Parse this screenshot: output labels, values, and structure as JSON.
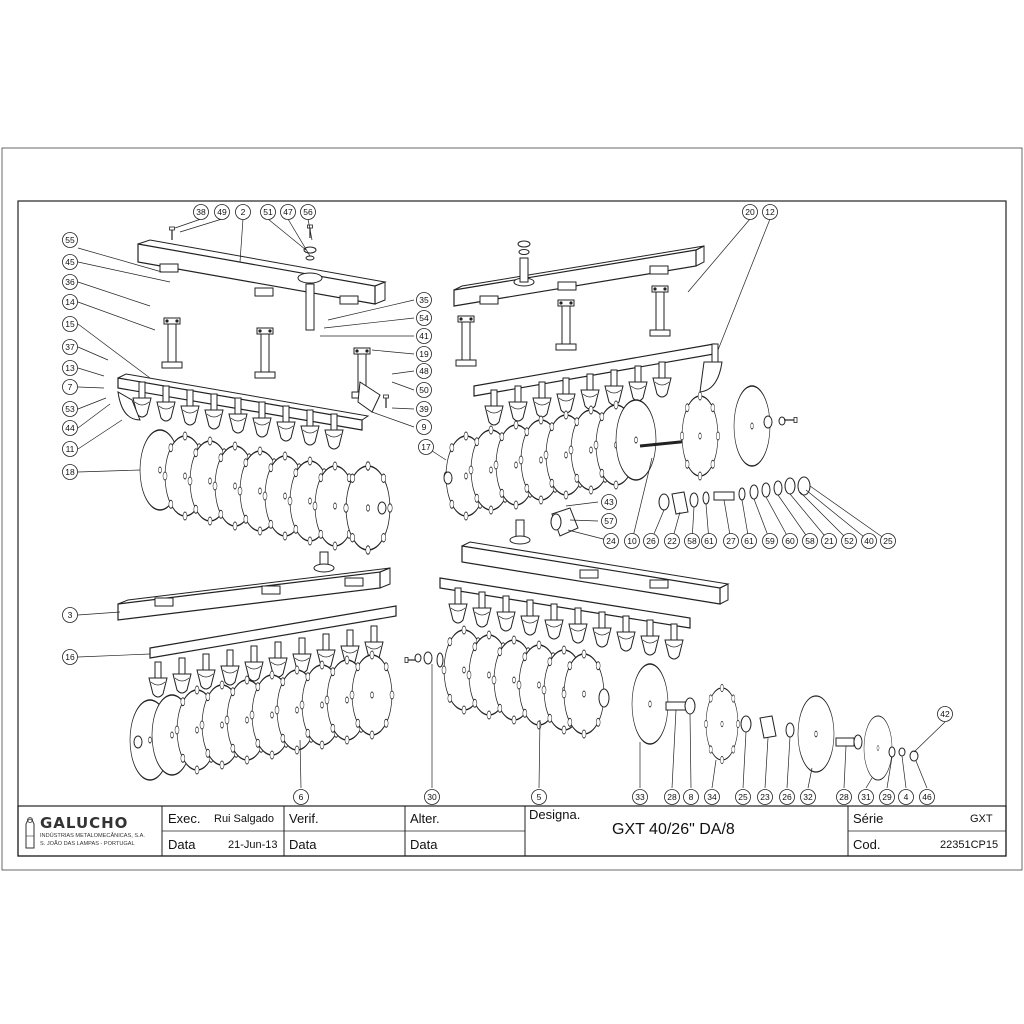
{
  "callouts": {
    "c38": "38",
    "c49": "49",
    "c2": "2",
    "c51": "51",
    "c47": "47",
    "c56": "56",
    "c20": "20",
    "c12": "12",
    "c55": "55",
    "c45": "45",
    "c36": "36",
    "c14": "14",
    "c15": "15",
    "c37": "37",
    "c13": "13",
    "c7": "7",
    "c53": "53",
    "c44": "44",
    "c11": "11",
    "c18": "18",
    "c35": "35",
    "c54": "54",
    "c41": "41",
    "c19": "19",
    "c48": "48",
    "c50": "50",
    "c39": "39",
    "c9": "9",
    "c17": "17",
    "c43": "43",
    "c57": "57",
    "c24": "24",
    "c10": "10",
    "c26a": "26",
    "c22": "22",
    "c58a": "58",
    "c61a": "61",
    "c27": "27",
    "c61b": "61",
    "c59": "59",
    "c60": "60",
    "c58b": "58",
    "c21": "21",
    "c52": "52",
    "c40": "40",
    "c25a": "25",
    "c3": "3",
    "c16": "16",
    "c6": "6",
    "c30": "30",
    "c5": "5",
    "c33": "33",
    "c28a": "28",
    "c8": "8",
    "c34": "34",
    "c25b": "25",
    "c23": "23",
    "c26b": "26",
    "c32": "32",
    "c28b": "28",
    "c31": "31",
    "c29": "29",
    "c4": "4",
    "c46": "46",
    "c42": "42"
  },
  "title_block": {
    "brand": "GALUCHO",
    "company_line1": "INDÚSTRIAS METALOMECÂNICAS, S.A.",
    "company_line2": "S. JOÃO DAS LAMPAS - PORTUGAL",
    "exec_label": "Exec.",
    "exec_value": "Rui Salgado",
    "data_label": "Data",
    "data_value": "21-Jun-13",
    "verif_label": "Verif.",
    "verif_data_label": "Data",
    "alter_label": "Alter.",
    "alter_data_label": "Data",
    "designa_label": "Designa.",
    "designation": "GXT 40/26\" DA/8",
    "serie_label": "Série",
    "serie_value": "GXT",
    "cod_label": "Cod.",
    "cod_value": "22351CP15"
  }
}
